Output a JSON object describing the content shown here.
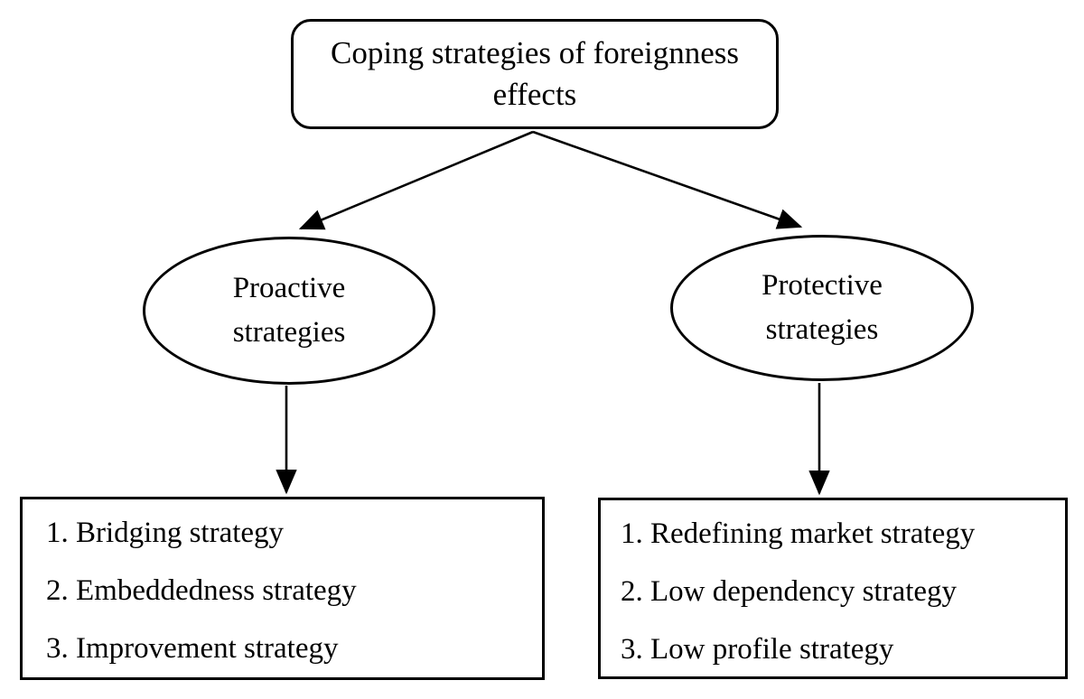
{
  "diagram": {
    "root": {
      "label": "Coping strategies of foreignness\neffects"
    },
    "branches": {
      "left": {
        "label": "Proactive\nstrategies"
      },
      "right": {
        "label": "Protective\nstrategies"
      }
    },
    "boxes": {
      "left": {
        "items": [
          "1. Bridging strategy",
          "2. Embeddedness strategy",
          "3. Improvement strategy"
        ]
      },
      "right": {
        "items": [
          "1. Redefining market strategy",
          "2. Low dependency strategy",
          "3. Low profile strategy"
        ]
      }
    },
    "colors": {
      "line": "#000000",
      "background": "#ffffff"
    }
  }
}
